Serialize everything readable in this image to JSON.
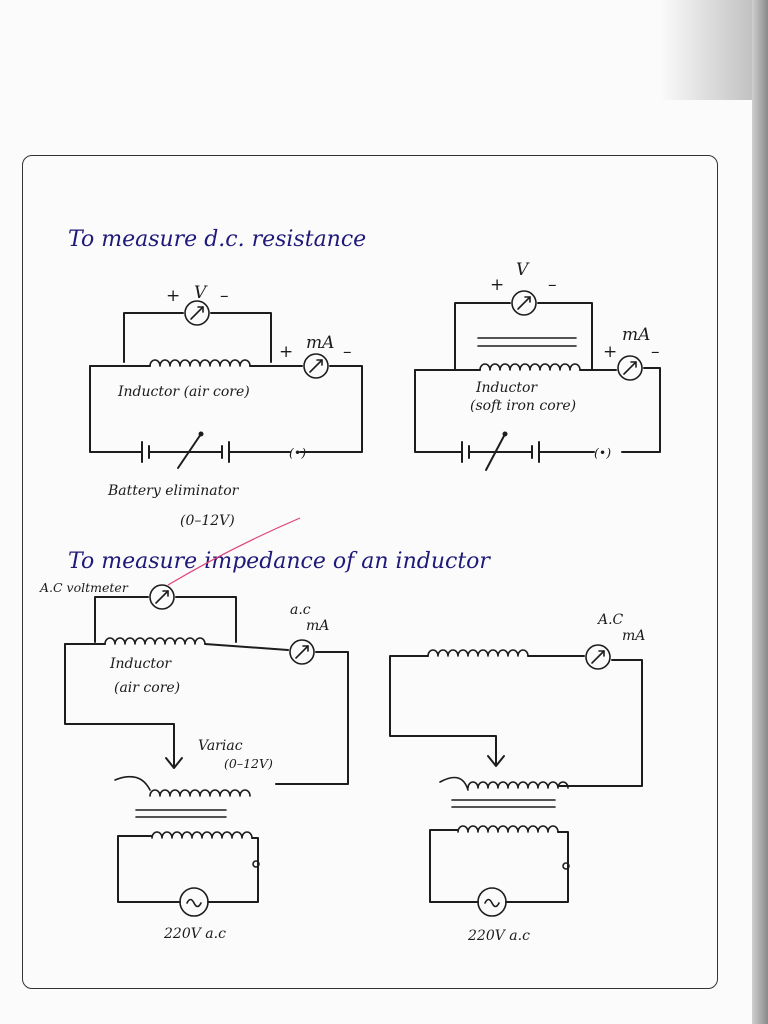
{
  "headings": {
    "dc": "To measure d.c. resistance",
    "impedance": "To measure impedance of an inductor"
  },
  "dc_left": {
    "voltmeter": "V",
    "plus": "+",
    "minus": "–",
    "ammeter": "mA",
    "inductor_label": "Inductor (air core)",
    "source_label": "Battery eliminator",
    "source_range": "(0–12V)",
    "key": "(•)"
  },
  "dc_right": {
    "voltmeter": "V",
    "plus": "+",
    "minus": "–",
    "ammeter": "mA",
    "inductor_label": "Inductor",
    "inductor_core": "(soft iron core)",
    "key": "(•)"
  },
  "ac_left": {
    "voltmeter": "A.C voltmeter",
    "ammeter_top": "a.c",
    "ammeter_bottom": "mA",
    "inductor_label": "Inductor",
    "inductor_core": "(air core)",
    "variac": "Variac",
    "variac_range": "(0–12V)",
    "supply": "220V a.c"
  },
  "ac_right": {
    "ammeter_top": "A.C",
    "ammeter_bottom": "mA",
    "supply": "220V a.c"
  },
  "icons": [
    "meter-icon",
    "inductor-coil-icon",
    "battery-icon",
    "key-icon",
    "ac-source-icon",
    "variac-arrow-icon"
  ]
}
